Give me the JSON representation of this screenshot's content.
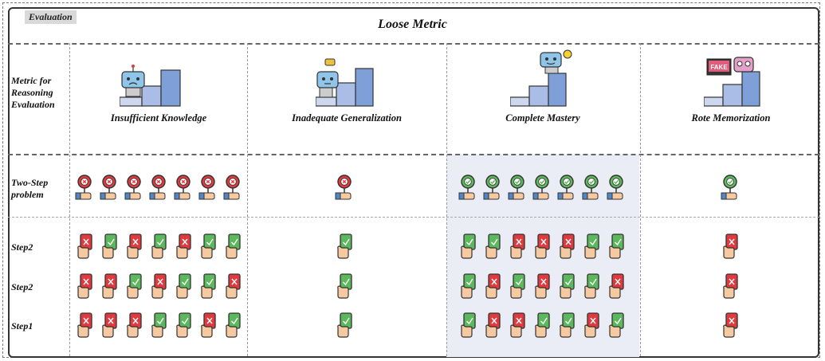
{
  "header": {
    "tag": "Evaluation",
    "title": "Loose Metric"
  },
  "row_labels": {
    "metric": "Metric for Reasoning Evaluation",
    "two_step": "Two-Step problem",
    "step_a": "Step2",
    "step_b": "Step2",
    "step_c": "Step1"
  },
  "columns": [
    {
      "label": "Insufficient Knowledge",
      "robot": "robot-sad-icon",
      "two_step": [
        false,
        false,
        false,
        false,
        false,
        false,
        false
      ],
      "step_a": [
        false,
        true,
        false,
        true,
        false,
        true,
        true
      ],
      "step_b": [
        false,
        false,
        true,
        false,
        true,
        true,
        false
      ],
      "step_c": [
        false,
        false,
        false,
        true,
        true,
        false,
        true
      ]
    },
    {
      "label": "Inadequate Generalization",
      "robot": "robot-thinking-icon",
      "two_step": [
        false
      ],
      "step_a": [
        true
      ],
      "step_b": [
        true
      ],
      "step_c": [
        true
      ]
    },
    {
      "label": "Complete Mastery",
      "robot": "robot-idea-icon",
      "two_step": [
        true,
        true,
        true,
        true,
        true,
        true,
        true
      ],
      "step_a": [
        true,
        true,
        false,
        false,
        false,
        true,
        true
      ],
      "step_b": [
        true,
        false,
        true,
        false,
        true,
        true,
        false
      ],
      "step_c": [
        true,
        false,
        false,
        true,
        true,
        false,
        true
      ]
    },
    {
      "label": "Rote Memorization",
      "robot": "robot-fake-icon",
      "robot_badge": "FAKE",
      "two_step": [
        true
      ],
      "step_a": [
        false
      ],
      "step_b": [
        false
      ],
      "step_c": [
        false
      ]
    }
  ],
  "colors": {
    "correct": "#5cb85c",
    "wrong": "#e0393e",
    "bar": "#7f9fd8",
    "highlight": "#eaedf5"
  }
}
